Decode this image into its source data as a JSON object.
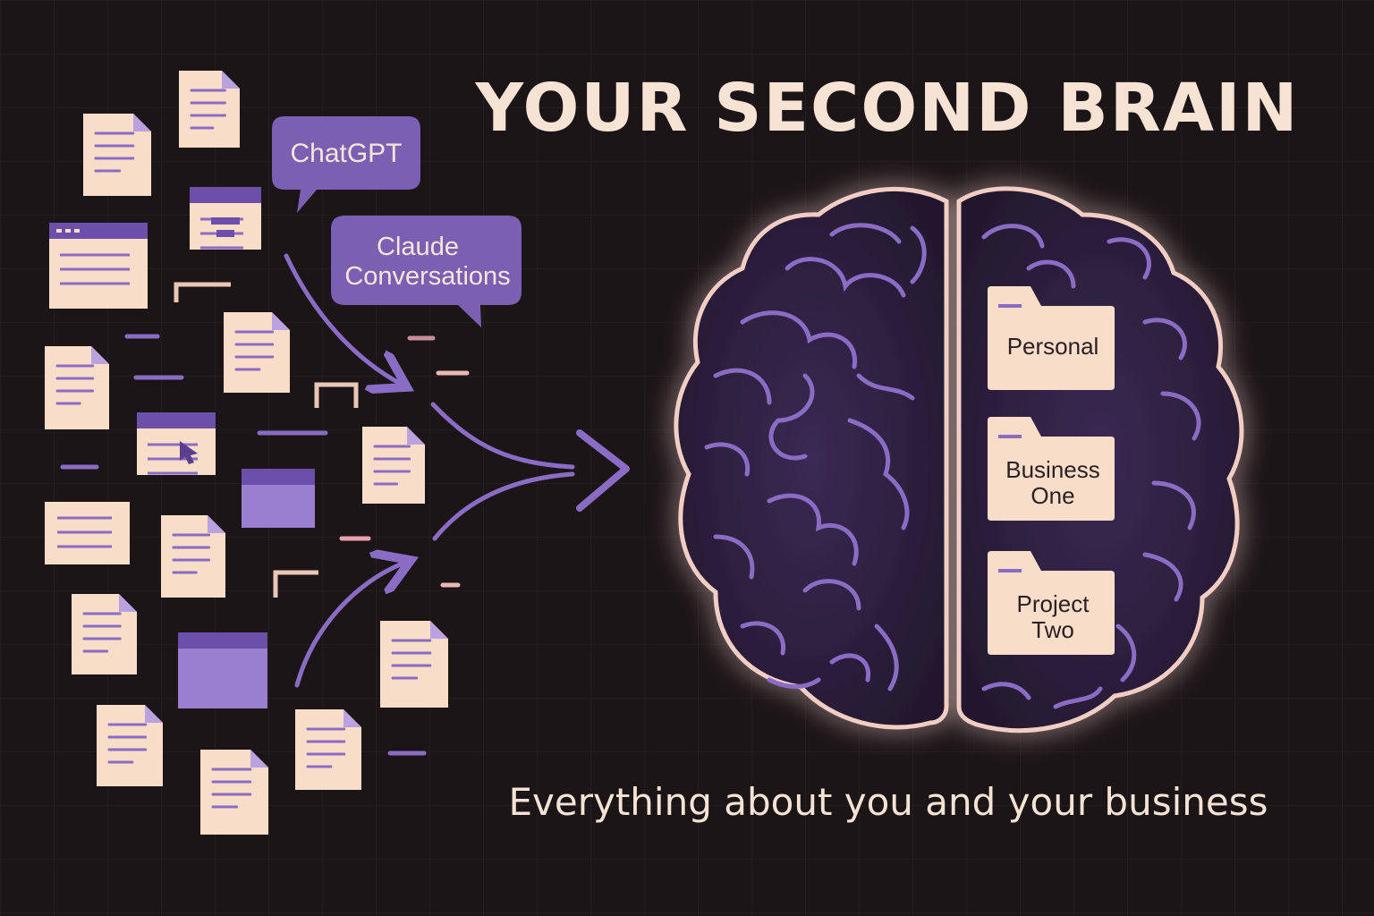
{
  "title": "YOUR SECOND BRAIN",
  "subtitle": "Everything about you and your business",
  "sources": {
    "chatgpt": "ChatGPT",
    "claude_line1": "Claude",
    "claude_line2": "Conversations"
  },
  "folders": [
    {
      "line1": "Personal",
      "line2": ""
    },
    {
      "line1": "Business",
      "line2": "One"
    },
    {
      "line1": "Project",
      "line2": "Two"
    }
  ],
  "colors": {
    "background": "#1c1518",
    "paper": "#f8ddc9",
    "accent_purple": "#8a6cc4",
    "bubble_purple": "#7a5fb3",
    "brain_outline": "#f2cdc4",
    "text_cream": "#f6e3d3"
  }
}
